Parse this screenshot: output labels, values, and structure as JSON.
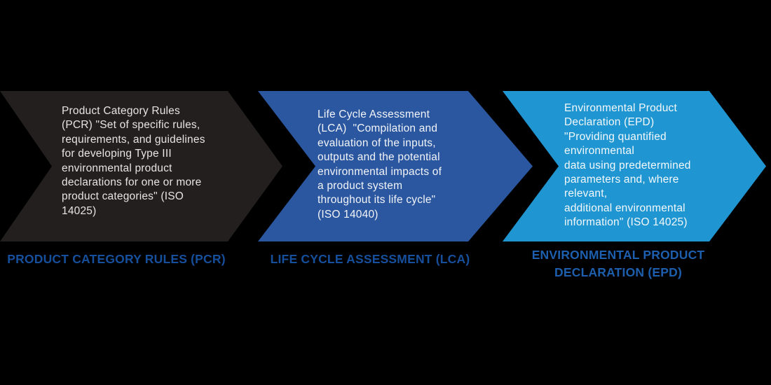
{
  "canvas": {
    "background_color": "#000000"
  },
  "diagram": {
    "kind": "chevron-process-flow",
    "steps": [
      {
        "id": "pcr",
        "arrow_color": "#221f1e",
        "text_color": "#e6e4e4",
        "body_text": "Product Category Rules\n(PCR) \"Set of specific rules,\nrequirements, and guidelines\nfor developing Type III\nenvironmental product\ndeclarations for one or more\nproduct categories\" (ISO\n14025)",
        "label": "PRODUCT CATEGORY RULES (PCR)",
        "label_color": "#164f9c"
      },
      {
        "id": "lca",
        "arrow_color": "#2b57a0",
        "text_color": "#f2f4f8",
        "body_text": "Life Cycle Assessment\n(LCA)  \"Compilation and\nevaluation of the inputs,\noutputs and the potential\nenvironmental impacts of\na product system\nthroughout its life cycle\"\n(ISO 14040)",
        "label": "LIFE CYCLE ASSESSMENT (LCA)",
        "label_color": "#164f9c"
      },
      {
        "id": "epd",
        "arrow_color": "#1f96d2",
        "text_color": "#f4f8fb",
        "body_text": "Environmental Product\nDeclaration (EPD)\n\"Providing quantified\nenvironmental\ndata using predetermined\nparameters and, where\nrelevant,\nadditional environmental\ninformation\" (ISO 14025)",
        "label": "ENVIRONMENTAL PRODUCT\nDECLARATION (EPD)",
        "label_color": "#1d5fae"
      }
    ]
  }
}
